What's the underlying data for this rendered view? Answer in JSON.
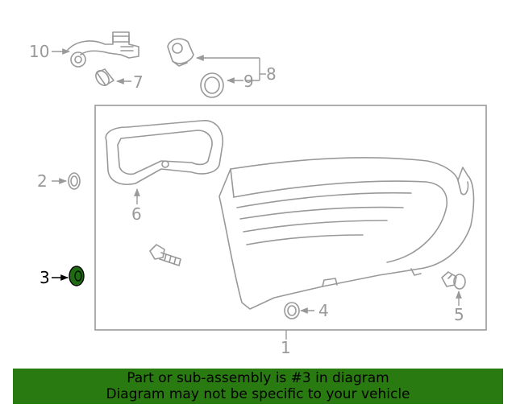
{
  "callouts": {
    "c1": "1",
    "c2": "2",
    "c3": "3",
    "c4": "4",
    "c5": "5",
    "c6": "6",
    "c7": "7",
    "c8": "8",
    "c9": "9",
    "c10": "10"
  },
  "highlighted_part": "3",
  "colors": {
    "highlight_part": "#1f6b12",
    "banner_background": "#2a7a12",
    "line_art": "#999999"
  },
  "banner": {
    "line1": "Part or sub-assembly is #3 in diagram",
    "line2": "Diagram may not be specific to your vehicle"
  }
}
